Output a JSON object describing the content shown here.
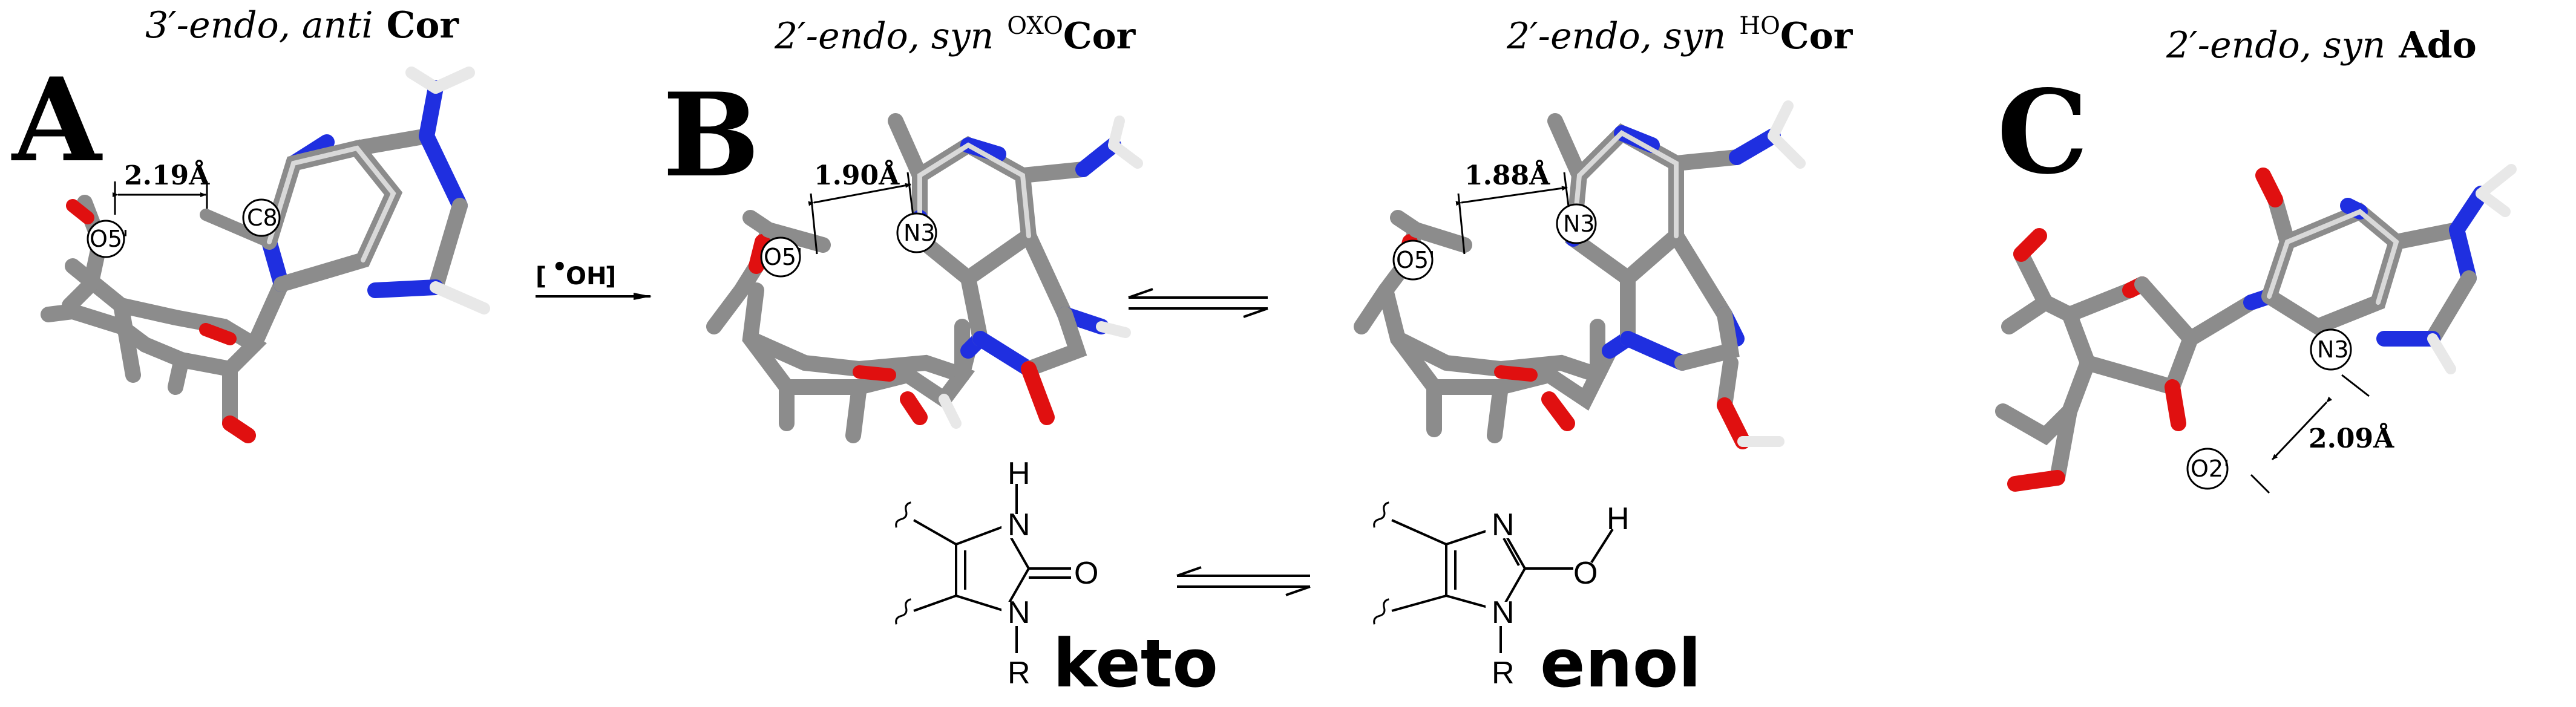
{
  "titles": {
    "a": {
      "italic": "3′-endo, anti",
      "bold": "Cor"
    },
    "b1": {
      "italic": "2′-endo, syn",
      "sup": "OXO",
      "bold": "Cor"
    },
    "b2": {
      "italic": "2′-endo, syn",
      "sup": "HO",
      "bold": "Cor"
    },
    "c": {
      "italic": "2′-endo, syn",
      "bold": "Ado"
    }
  },
  "panels": {
    "a": "A",
    "b": "B",
    "c": "C"
  },
  "distances": {
    "a": "2.19Å",
    "b1": "1.90Å",
    "b2": "1.88Å",
    "c": "2.09Å"
  },
  "atom_labels": {
    "a_o5": "O5'",
    "a_c8": "C8",
    "b1_o5": "O5'",
    "b1_n3": "N3",
    "b2_o5": "O5'",
    "b2_n3": "N3",
    "c_n3": "N3",
    "c_o2": "O2'"
  },
  "reaction": {
    "open": "[",
    "radical": "•",
    "species": "OH",
    "close": "]"
  },
  "tautomers": {
    "keto": {
      "label": "keto",
      "atoms": {
        "H": "H",
        "N_top": "N",
        "O": "O",
        "N_bottom": "N",
        "R": "R"
      }
    },
    "enol": {
      "label": "enol",
      "atoms": {
        "N_top": "N",
        "O": "O",
        "H": "H",
        "N_bottom": "N",
        "R": "R"
      }
    }
  },
  "colors": {
    "carbon": "#8c8c8c",
    "nitrogen": "#1f2fe0",
    "oxygen": "#e01010",
    "hydrogen": "#e8e8e8",
    "text": "#000000"
  }
}
